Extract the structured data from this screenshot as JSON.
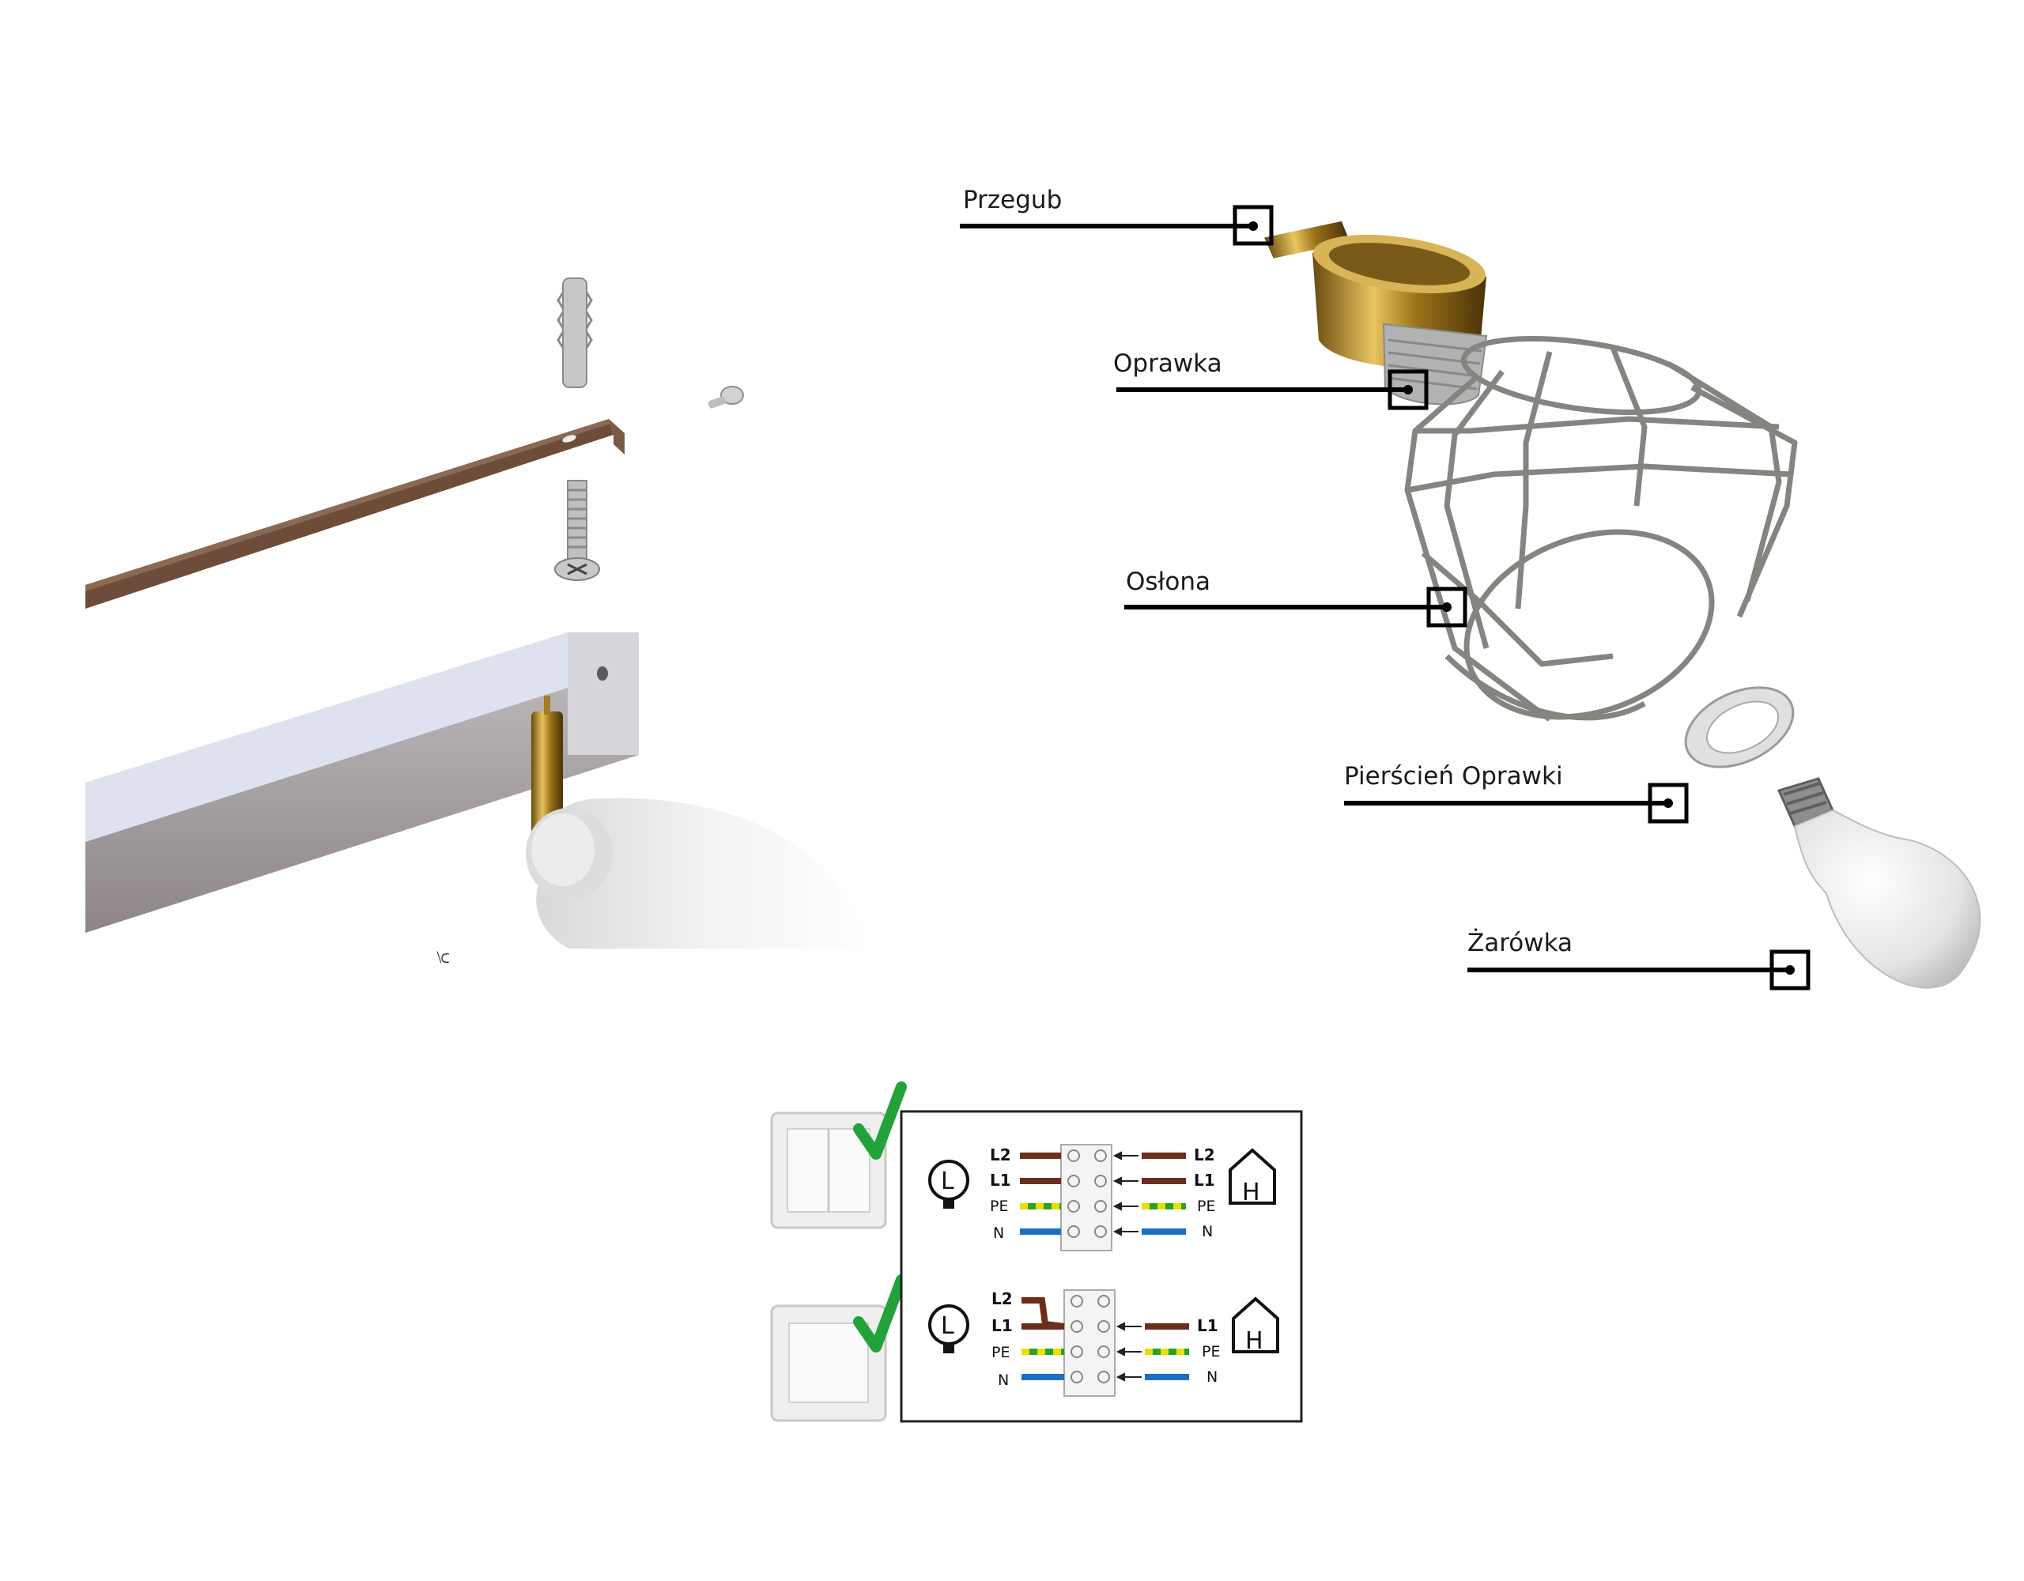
{
  "callouts": [
    {
      "id": "przegub",
      "label": "Przegub"
    },
    {
      "id": "oprawka",
      "label": "Oprawka"
    },
    {
      "id": "oslona",
      "label": "Osłona"
    },
    {
      "id": "pierscien",
      "label": "Pierścień Oprawki"
    },
    {
      "id": "zarowka",
      "label": "Żarówka"
    }
  ],
  "wiring": {
    "double_switch": {
      "wires_left": [
        "L2",
        "L1",
        "PE",
        "N"
      ],
      "wires_right": [
        "L2",
        "L1",
        "PE",
        "N"
      ]
    },
    "single_switch": {
      "wires_left": [
        "L2",
        "L1",
        "PE",
        "N"
      ],
      "wires_right": [
        "L1",
        "PE",
        "N"
      ]
    },
    "lamp_symbol": "L",
    "house_symbol": "H"
  },
  "colors": {
    "live": "#6b2e1a",
    "earth_yellow": "#e8e000",
    "earth_green": "#2aa12a",
    "neutral": "#1a6fc8",
    "check": "#22a33a",
    "brass": "#b8902a",
    "steel": "#8a8a86"
  },
  "icons": [
    "check-icon",
    "lamp-icon",
    "house-icon",
    "double-switch-icon",
    "single-switch-icon"
  ]
}
